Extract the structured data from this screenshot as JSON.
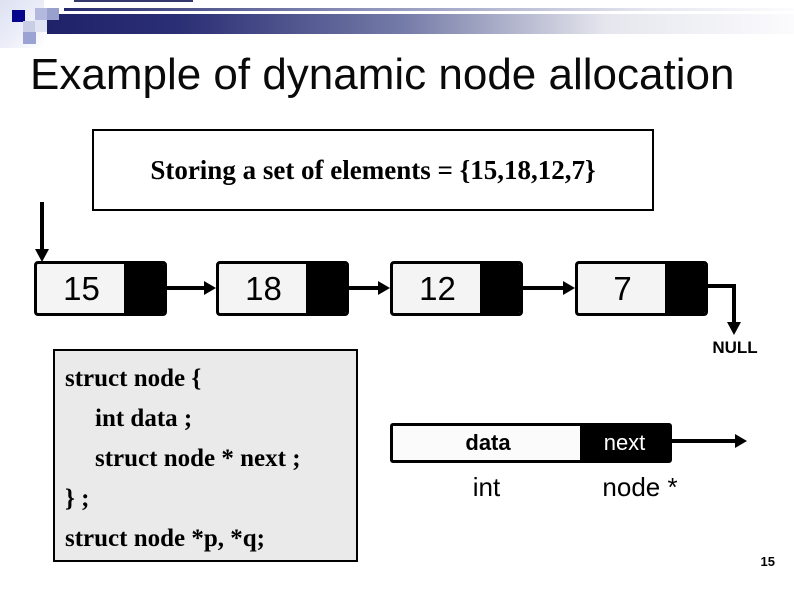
{
  "slide": {
    "title": "Example of dynamic node allocation",
    "page_number": "15"
  },
  "set_box": {
    "text": "Storing a set of elements = {15,18,12,7}"
  },
  "linked_list": {
    "nodes": [
      {
        "value": "15"
      },
      {
        "value": "18"
      },
      {
        "value": "12"
      },
      {
        "value": "7"
      }
    ],
    "null_label": "NULL"
  },
  "code_box": {
    "lines": [
      {
        "text": "struct node {"
      },
      {
        "text": "int data ;"
      },
      {
        "text": "struct node * next ;"
      },
      {
        "text": "} ;"
      },
      {
        "text": "struct node *p, *q;"
      }
    ]
  },
  "node_template": {
    "data_label": "data",
    "next_label": "next",
    "data_type": "int",
    "next_type": "node *"
  },
  "colors": {
    "accent_navy": "#1e2167",
    "deco_square_dark": "#06068c",
    "node_fill": "#f4f4f4",
    "pointer_fill": "#000000",
    "code_box_fill": "#eaeaea",
    "text": "#000000"
  }
}
